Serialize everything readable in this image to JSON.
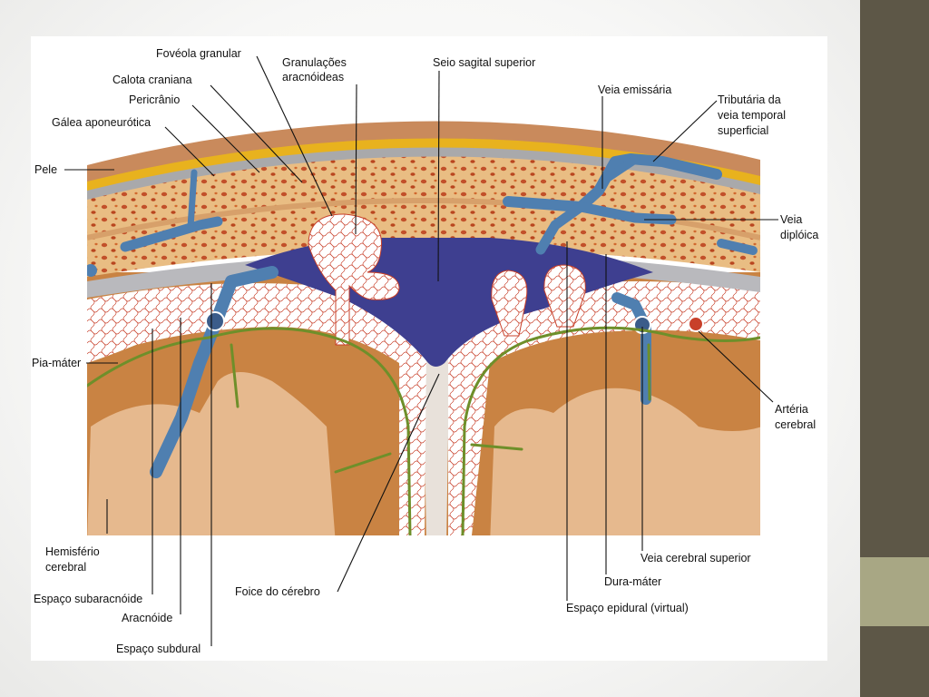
{
  "labels": {
    "foveola_granular": "Fovéola granular",
    "granulacoes_l1": "Granulações",
    "granulacoes_l2": "aracnóideas",
    "seio_sagital": "Seio sagital superior",
    "calota": "Calota craniana",
    "pericranio": "Pericrânio",
    "galea": "Gálea aponeurótica",
    "pele": "Pele",
    "veia_emissaria": "Veia emissária",
    "tributaria_l1": "Tributária da",
    "tributaria_l2": "veia temporal",
    "tributaria_l3": "superficial",
    "veia_diploica_l1": "Veia",
    "veia_diploica_l2": "diplóica",
    "pia_mater": "Pia-máter",
    "arteria_l1": "Artéria",
    "arteria_l2": "cerebral",
    "hemisferio_l1": "Hemisfério",
    "hemisferio_l2": "cerebral",
    "veia_cerebral_sup": "Veia cerebral superior",
    "dura_mater": "Dura-máter",
    "espaco_subaracnoide": "Espaço subaracnóide",
    "foice": "Foice do cérebro",
    "espaco_epidural": "Espaço epidural (virtual)",
    "aracnoide": "Aracnóide",
    "espaco_subdural": "Espaço subdural"
  },
  "colors": {
    "skin": "#c98a5c",
    "galea_yellow": "#e8b21e",
    "bone": "#e6b77e",
    "bone_spots": "#c2502a",
    "dura_sinus": "#3e3f90",
    "vein": "#4f7fb0",
    "arachnoid": "#ffffff",
    "pia_vessels": "#6e8f2a",
    "brain": "#c98343",
    "brain_inner": "#e6b98e",
    "granulation_red": "#c8402a"
  }
}
